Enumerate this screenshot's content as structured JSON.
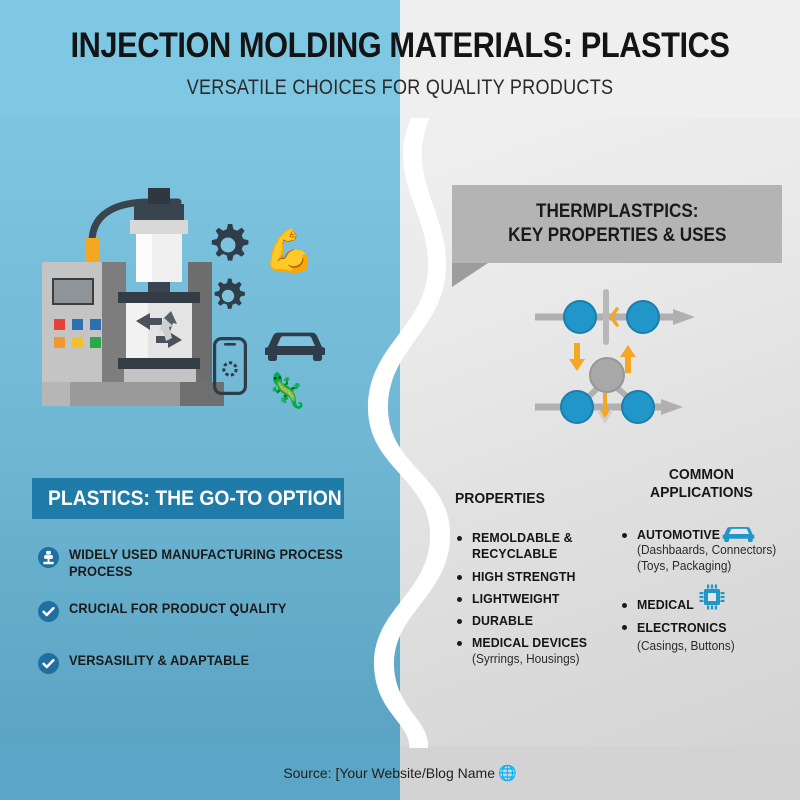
{
  "header": {
    "title": "INJECTION MOLDING MATERIALS: PLASTICS",
    "subtitle": "VERSATILE CHOICES FOR QUALITY PRODUCTS"
  },
  "colors": {
    "left_panel_blue": "#7cc4e0",
    "right_panel_gray": "#e6e6e6",
    "banner_blue": "#1f7ba8",
    "accent_blue": "#2196c8",
    "machine_orange": "#f5a623",
    "header_gray": "#b4b4b4",
    "text_dark": "#1a1a1a"
  },
  "left_panel": {
    "illustration": {
      "name": "injection-molding-machine",
      "control_buttons": [
        "#e8413a",
        "#2d6fb0",
        "#2d6fb0",
        "#f2962e",
        "#f2c12e",
        "#2aa84a"
      ]
    },
    "side_icons": [
      {
        "name": "gear-large-icon",
        "glyph": "gear"
      },
      {
        "name": "gear-small-icon",
        "glyph": "gear"
      },
      {
        "name": "bicep-strength-icon",
        "glyph": "💪"
      },
      {
        "name": "smartphone-icon",
        "glyph": "phone"
      },
      {
        "name": "car-icon",
        "glyph": "car"
      },
      {
        "name": "chameleon-icon",
        "glyph": "🦎"
      }
    ],
    "banner": "PLASTICS: THE GO-TO OPTION",
    "features": [
      {
        "icon": "machine-press-icon",
        "label": "WIDELY USED MANUFACTURING PROCESS PROCESS"
      },
      {
        "icon": "check-circle-icon",
        "label": "CRUCIAL FOR PRODUCT QUALITY"
      },
      {
        "icon": "check-circle-icon",
        "label": "VERSASILITY & ADAPTABLE"
      }
    ]
  },
  "right_panel": {
    "banner_line1": "THERMPLASTPICS:",
    "banner_line2": "KEY PROPERTIES & USES",
    "diagram": {
      "name": "polymer-chain-diagram",
      "node_color": "#2196c8",
      "hub_color": "#9e9e9e",
      "arrow_color": "#f5a623"
    },
    "properties": {
      "heading": "PROPERTIES",
      "items": [
        {
          "main": "REMOLDABLE & RECYCLABLE",
          "sub": ""
        },
        {
          "main": "HIGH STRENGTH",
          "sub": ""
        },
        {
          "main": "LIGHTWEIGHT",
          "sub": ""
        },
        {
          "main": "DURABLE",
          "sub": ""
        },
        {
          "main": "MEDICAL DEVICES",
          "sub": "(Syrrings, Housings)"
        }
      ]
    },
    "applications": {
      "heading_line1": "COMMON",
      "heading_line2": "APPLICATIONS",
      "items": [
        {
          "main": "AUTOMOTIVE",
          "sub": "(Dashbaards, Connectors)",
          "sub2": "(Toys, Packaging)",
          "icon": "car-icon"
        },
        {
          "main": "MEDICAL",
          "sub": "",
          "icon": "microchip-icon"
        },
        {
          "main": "ELECTRONICS",
          "sub": "(Casings, Buttons)",
          "icon": ""
        }
      ]
    }
  },
  "footer": {
    "source_text": "Source: [Your Website/Blog Name",
    "globe_icon": "⊕"
  }
}
